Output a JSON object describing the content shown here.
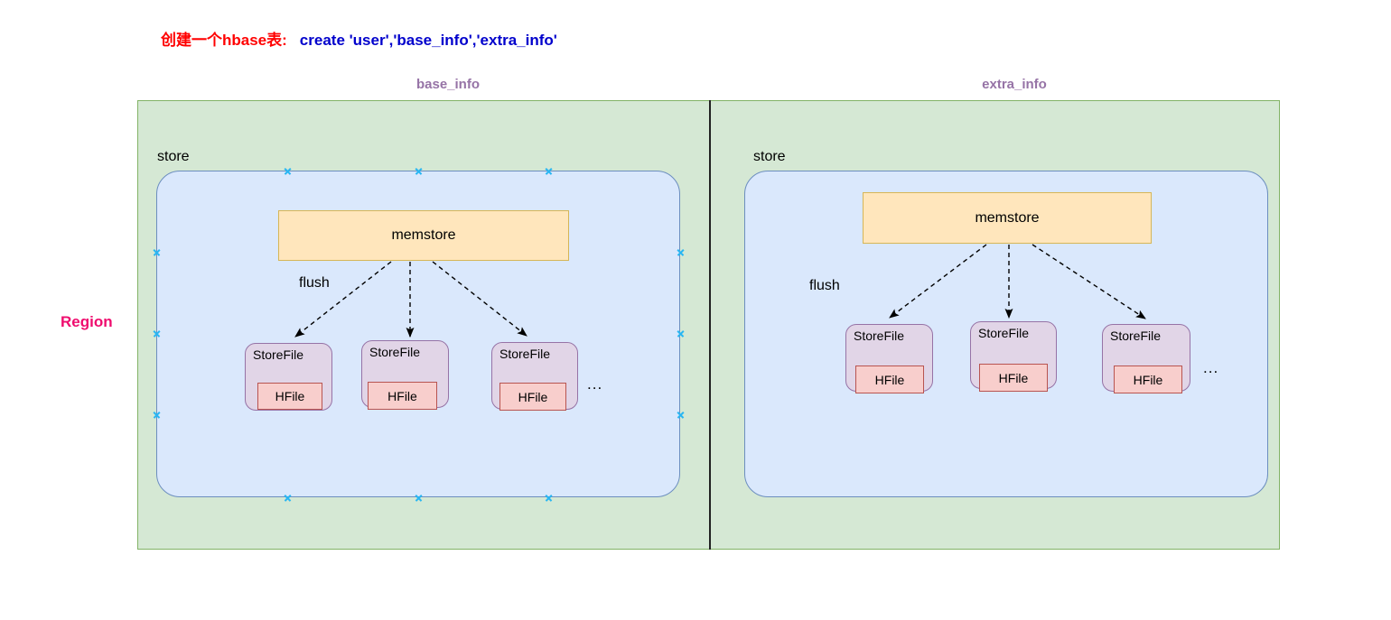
{
  "title": {
    "chinese": "创建一个hbase表:",
    "command": "create  'user','base_info','extra_info'"
  },
  "region": {
    "label": "Region"
  },
  "column_families": [
    {
      "name": "base_info"
    },
    {
      "name": "extra_info"
    }
  ],
  "stores": [
    {
      "label": "store",
      "memstore": "memstore",
      "flush": "flush",
      "ellipsis": "...",
      "storefiles": [
        {
          "label": "StoreFile",
          "hfile": "HFile"
        },
        {
          "label": "StoreFile",
          "hfile": "HFile"
        },
        {
          "label": "StoreFile",
          "hfile": "HFile"
        }
      ]
    },
    {
      "label": "store",
      "memstore": "memstore",
      "flush": "flush",
      "ellipsis": "...",
      "storefiles": [
        {
          "label": "StoreFile",
          "hfile": "HFile"
        },
        {
          "label": "StoreFile",
          "hfile": "HFile"
        },
        {
          "label": "StoreFile",
          "hfile": "HFile"
        }
      ]
    }
  ],
  "colors": {
    "region_fill": "#d5e8d4",
    "region_stroke": "#82b366",
    "store_fill": "#dae8fc",
    "store_stroke": "#6c8ebf",
    "memstore_fill": "#ffe6bc",
    "memstore_stroke": "#d6b656",
    "storefile_fill": "#e1d5e7",
    "storefile_stroke": "#9673a6",
    "hfile_fill": "#f8cecc",
    "hfile_stroke": "#b85450",
    "title_chinese": "#ff0000",
    "title_command": "#0000cc",
    "region_label": "#ef0c6e",
    "cf_label": "#9673a6",
    "handle": "#29b6f2"
  }
}
